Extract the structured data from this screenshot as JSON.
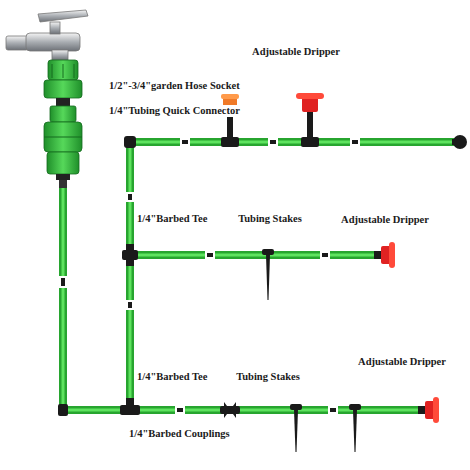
{
  "diagram": {
    "labels": [
      "Adjustable Dripper",
      "1/2\"-3/4\"garden Hose Socket",
      "1/4\"Tubing Quick Connector",
      "1/4\"Barbed Tee",
      "Tubing Stakes",
      "Adjustable Dripper",
      "Adjustable Dripper",
      "1/4\"Barbed Tee",
      "Tubing Stakes",
      "1/4\"Barbed Couplings"
    ]
  }
}
